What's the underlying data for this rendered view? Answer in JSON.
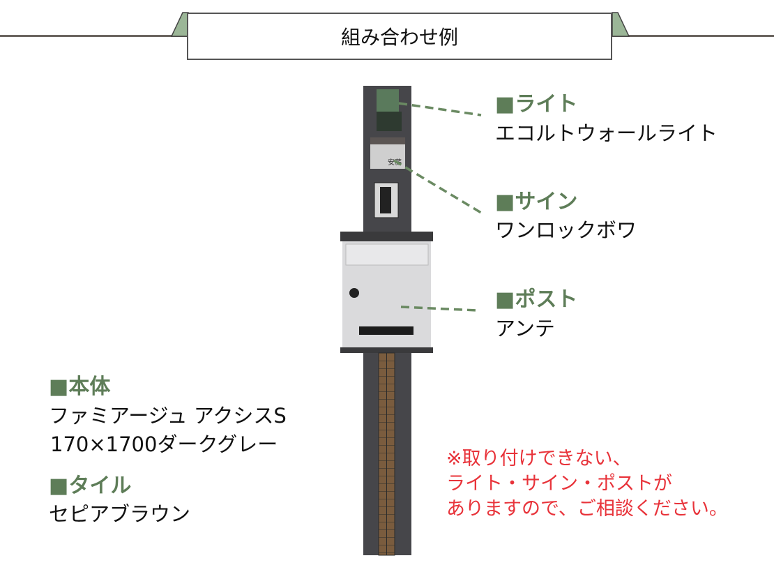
{
  "header": {
    "title": "組み合わせ例"
  },
  "callouts": [
    {
      "label": "■ライト",
      "value": "エコルトウォールライト"
    },
    {
      "label": "■サイン",
      "value": "ワンロックボワ"
    },
    {
      "label": "■ポスト",
      "value": "アンテ"
    }
  ],
  "body": {
    "label": "■本体",
    "lines": [
      "ファミアージュ アクシスS",
      "170×1700ダークグレー"
    ]
  },
  "tile": {
    "label": "■タイル",
    "value": "セピアブラウン"
  },
  "note": {
    "lines": [
      "※取り付けできない、",
      "ライト・サイン・ポストが",
      "ありますので、ご相談ください。"
    ]
  },
  "sign_text": "安藤",
  "colors": {
    "accent": "#5e7d58",
    "note": "#e8333a",
    "pole": "#46464a"
  }
}
